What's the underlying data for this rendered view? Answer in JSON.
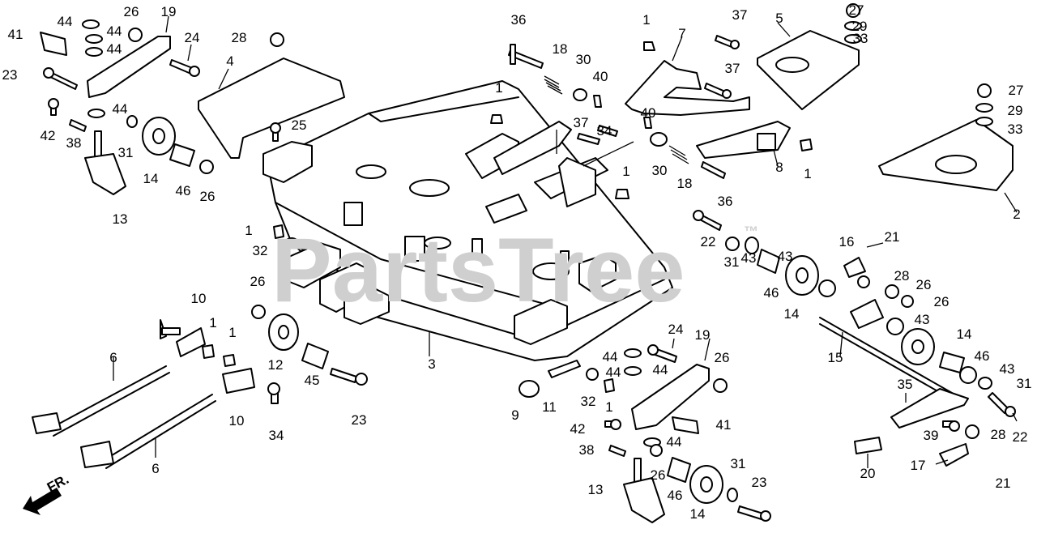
{
  "watermark": "PartsTree",
  "watermark_mark": "™",
  "front_label": "FR.",
  "callouts": [
    "1",
    "2",
    "3",
    "4",
    "5",
    "6",
    "7",
    "8",
    "9",
    "10",
    "11",
    "12",
    "13",
    "14",
    "15",
    "16",
    "17",
    "18",
    "19",
    "20",
    "21",
    "22",
    "23",
    "24",
    "25",
    "26",
    "27",
    "28",
    "29",
    "30",
    "31",
    "32",
    "33",
    "34",
    "35",
    "36",
    "37",
    "38",
    "39",
    "40",
    "41",
    "42",
    "43",
    "44",
    "45",
    "46"
  ]
}
